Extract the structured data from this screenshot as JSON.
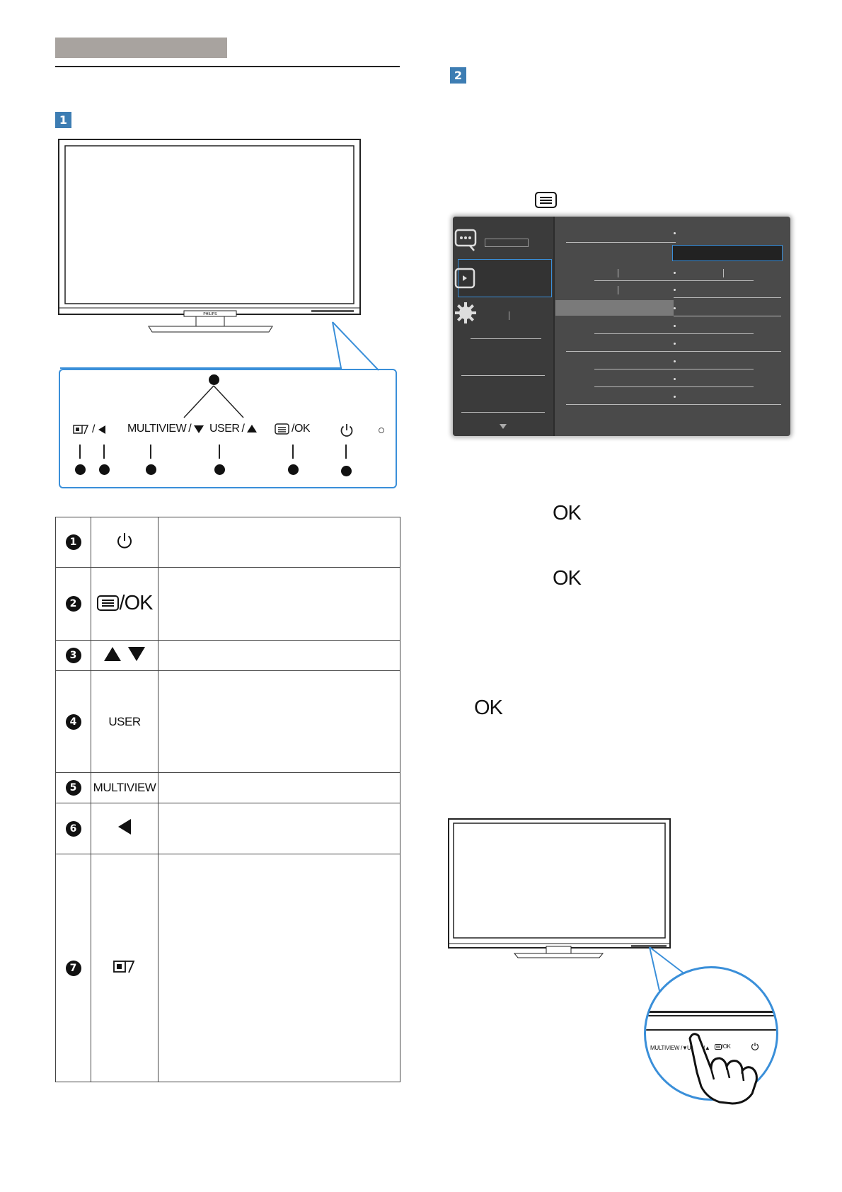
{
  "section": {
    "header_bar_text": "",
    "figure1_badge": "1",
    "figure2_badge": "2"
  },
  "monitor1": {
    "brand": "PHILIPS"
  },
  "controls": {
    "input_label": "/",
    "multiview_label": "MULTIVIEW",
    "multiview_sep": "/",
    "user_label": "USER",
    "user_sep": "/",
    "ok_label": "/OK"
  },
  "keys_table": {
    "rows": [
      {
        "num": "1",
        "icon_name": "power-icon",
        "icon_text": ""
      },
      {
        "num": "2",
        "icon_name": "menu-icon",
        "icon_text": "/OK"
      },
      {
        "num": "3",
        "icon_name": "up-down-arrows-icon",
        "icon_text": ""
      },
      {
        "num": "4",
        "icon_name": "user-text",
        "icon_text": "USER"
      },
      {
        "num": "5",
        "icon_name": "multiview-text",
        "icon_text": "MULTIVIEW"
      },
      {
        "num": "6",
        "icon_name": "left-arrow-icon",
        "icon_text": ""
      },
      {
        "num": "7",
        "icon_name": "input-icon",
        "icon_text": ""
      }
    ]
  },
  "right_column": {
    "ok_1": "OK",
    "ok_2": "OK",
    "ok_3": "OK"
  },
  "hand_closeup": {
    "multiview_label": "MULTIVIEW /▼",
    "user_label": "USER /▲",
    "ok_label": "/OK"
  },
  "colors": {
    "badge": "#3d7db3",
    "callout_stroke": "#3a8fd9",
    "section_bar": "#a8a39f",
    "osd_bg": "#4a4a4a",
    "osd_highlight": "#3a8fd9"
  }
}
